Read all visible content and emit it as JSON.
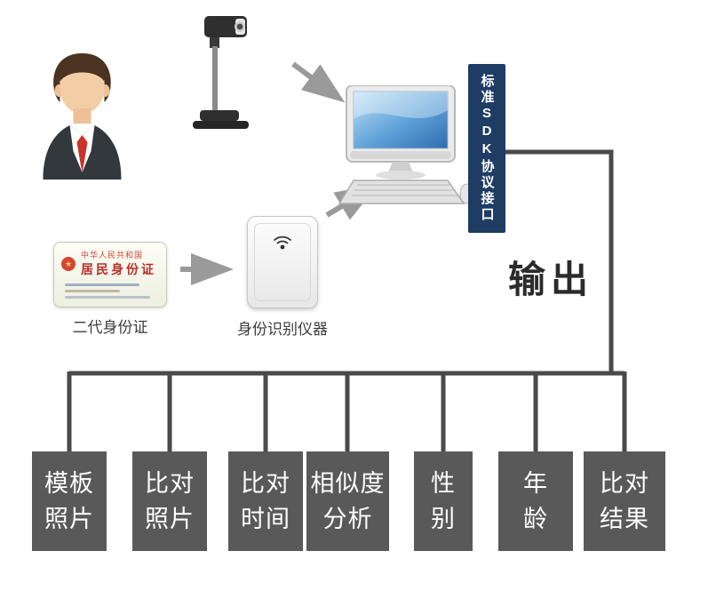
{
  "page": {
    "background": "#ffffff"
  },
  "colors": {
    "sdk_navy": "#1e3c64",
    "box_gray": "#595959",
    "line_gray": "#4a4a4a",
    "arrow_gray": "#9a9a9a",
    "tie_red": "#c8342a"
  },
  "sdk_bar": {
    "label": "标准SDK协议接口"
  },
  "output_label": "输出",
  "id_card": {
    "country": "中华人民共和国",
    "title": "居民身份证",
    "caption": "二代身份证"
  },
  "reader": {
    "caption": "身份识别仪器"
  },
  "outputs": [
    {
      "label": "模板\n照片"
    },
    {
      "label": "比对\n照片"
    },
    {
      "label": "比对\n时间"
    },
    {
      "label": "相似度\n分析"
    },
    {
      "label": "性\n别"
    },
    {
      "label": "年\n龄"
    },
    {
      "label": "比对\n结果"
    }
  ]
}
